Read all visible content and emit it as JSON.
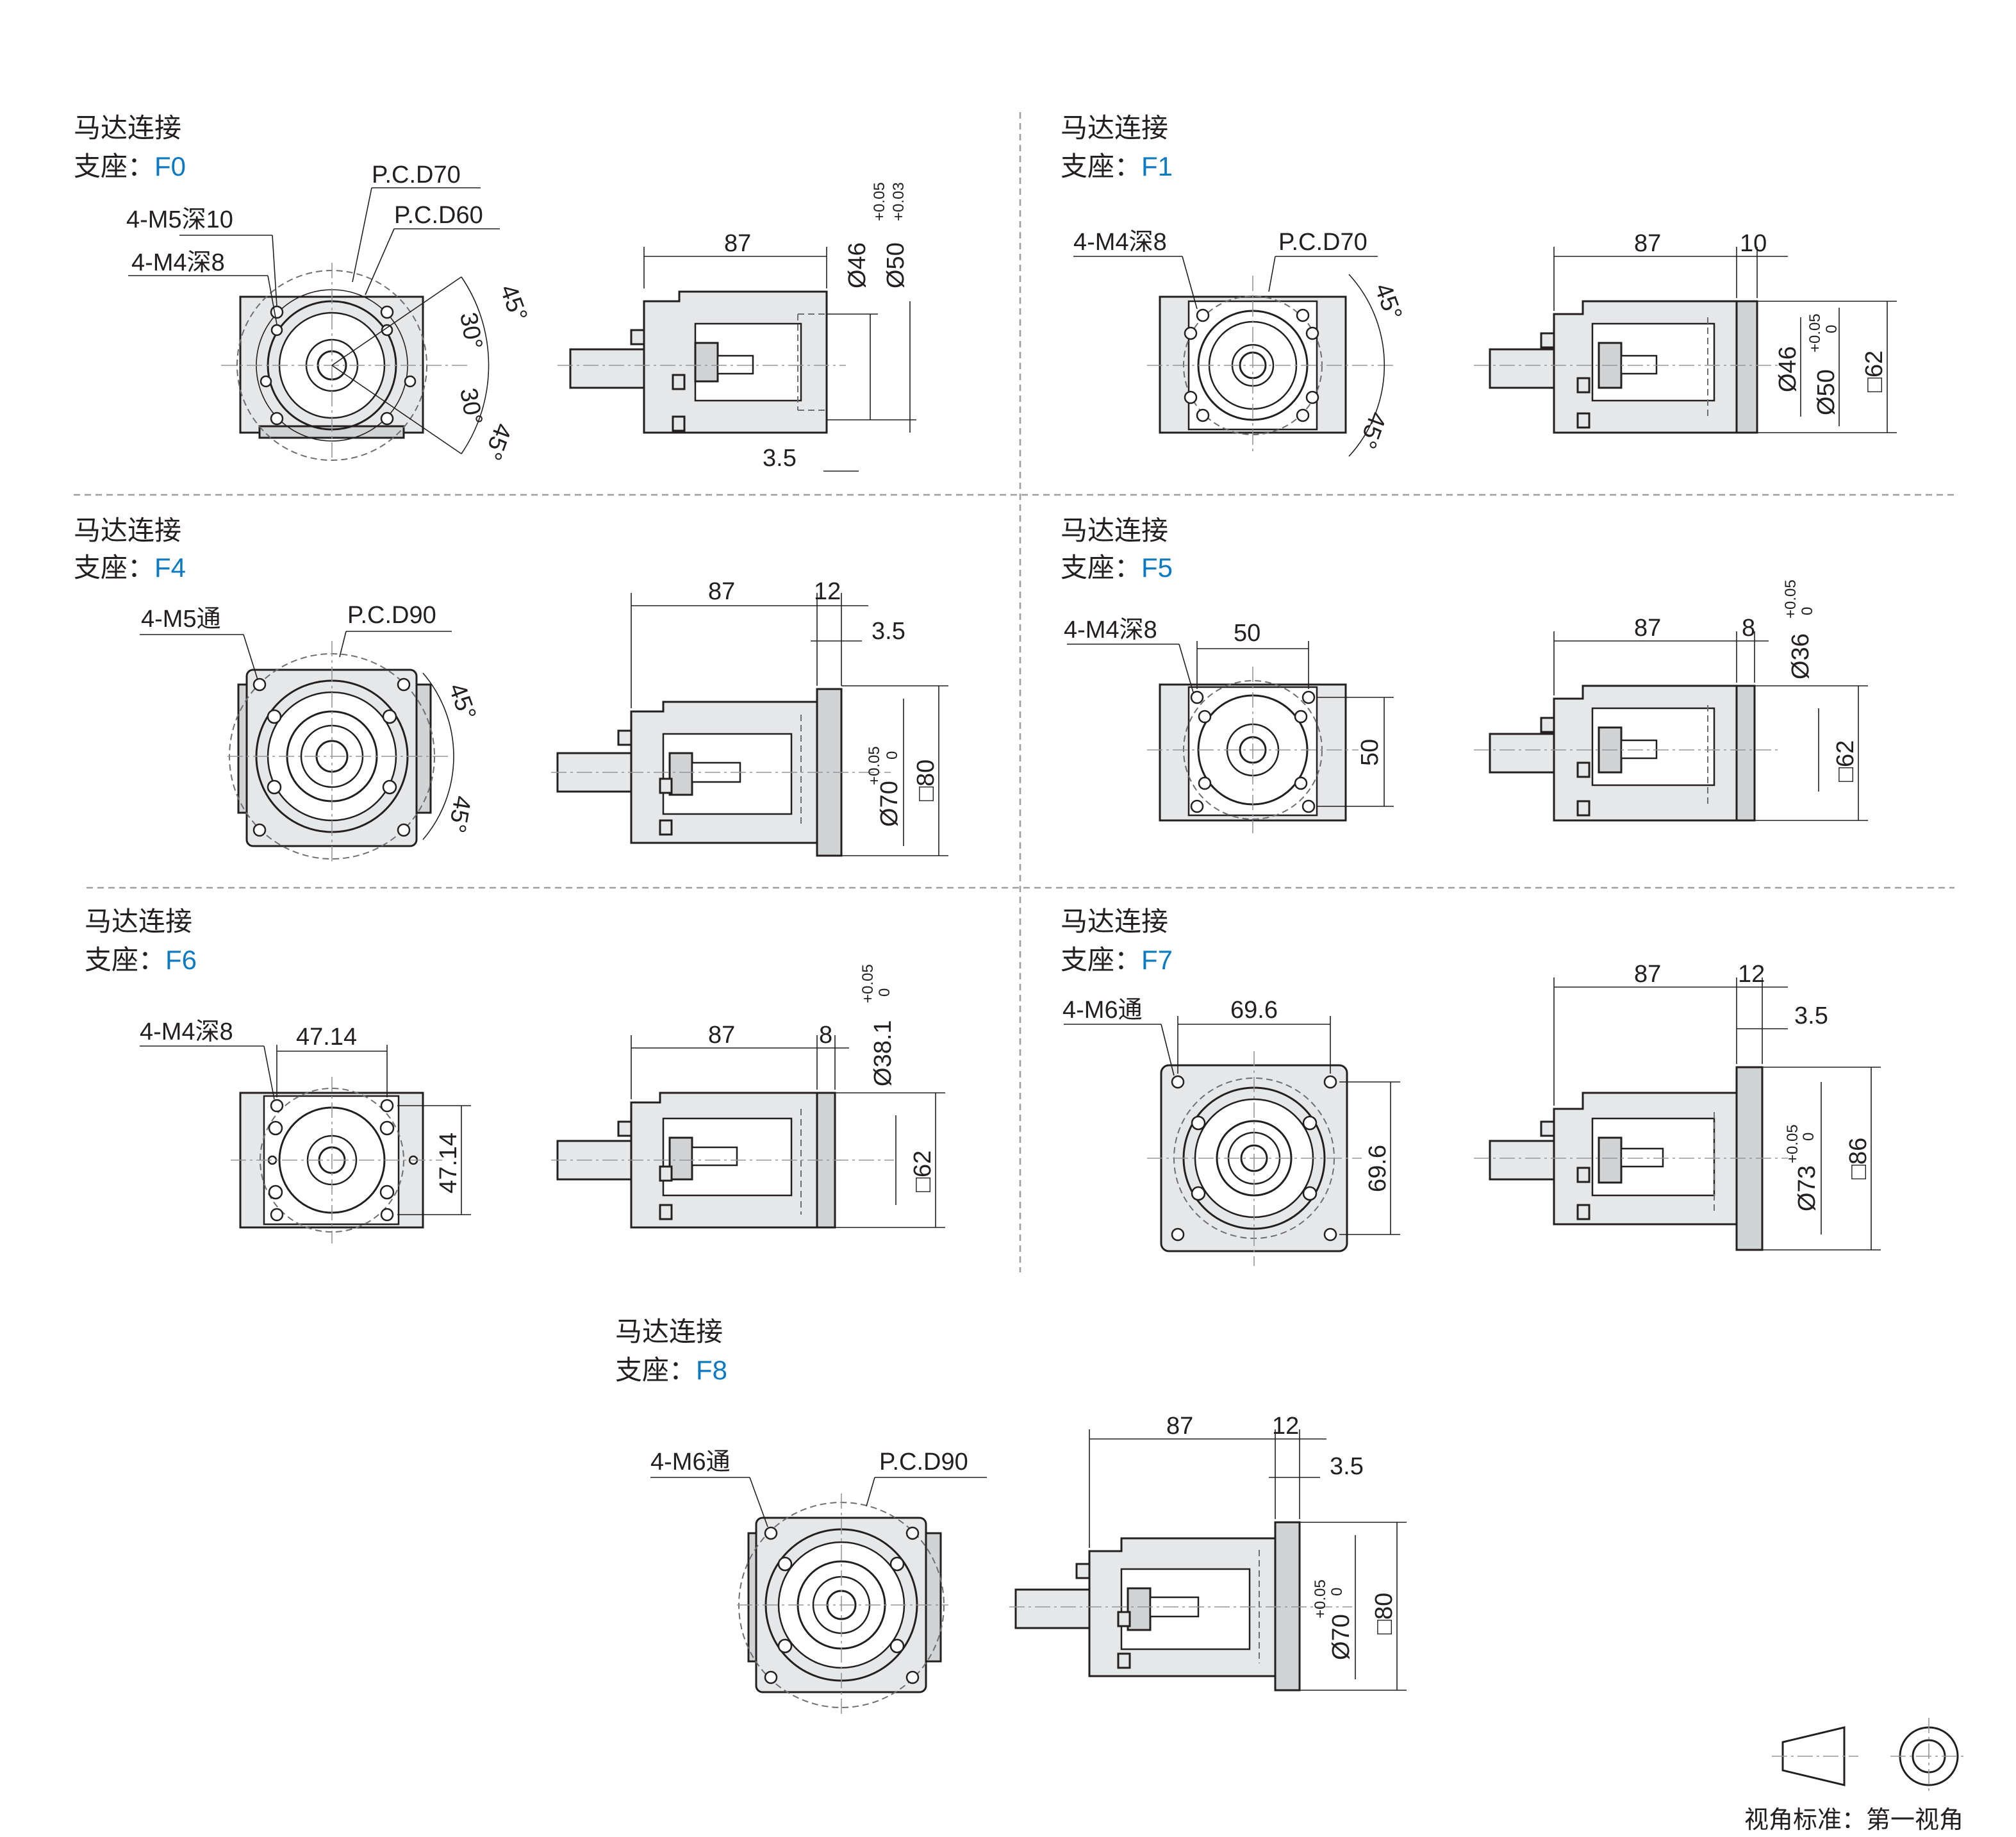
{
  "panels": [
    {
      "title": "马达连接",
      "seat_label": "支座：",
      "seat_code": "F0",
      "front_labels": [
        "P.C.D70",
        "P.C.D60",
        "4-M5深10",
        "4-M4深8",
        "45°",
        "30°",
        "30°",
        "45°"
      ],
      "side_dims": [
        "87",
        "Ø46",
        "Ø50",
        "+0.05",
        "+0.03",
        "3.5"
      ]
    },
    {
      "title": "马达连接",
      "seat_label": "支座：",
      "seat_code": "F1",
      "front_labels": [
        "4-M4深8",
        "P.C.D70",
        "45°",
        "45°"
      ],
      "side_dims": [
        "87",
        "10",
        "Ø46",
        "Ø50",
        "+0.05",
        "0",
        "□62"
      ]
    },
    {
      "title": "马达连接",
      "seat_label": "支座：",
      "seat_code": "F4",
      "front_labels": [
        "4-M5通",
        "P.C.D90",
        "45°",
        "45°"
      ],
      "side_dims": [
        "87",
        "12",
        "3.5",
        "Ø70",
        "+0.05",
        "0",
        "□80"
      ]
    },
    {
      "title": "马达连接",
      "seat_label": "支座：",
      "seat_code": "F5",
      "front_labels": [
        "4-M4深8",
        "50",
        "50"
      ],
      "side_dims": [
        "87",
        "8",
        "Ø36",
        "+0.05",
        "0",
        "□62"
      ]
    },
    {
      "title": "马达连接",
      "seat_label": "支座：",
      "seat_code": "F6",
      "front_labels": [
        "4-M4深8",
        "47.14",
        "47.14"
      ],
      "side_dims": [
        "87",
        "8",
        "Ø38.1",
        "+0.05",
        "0",
        "□62"
      ]
    },
    {
      "title": "马达连接",
      "seat_label": "支座：",
      "seat_code": "F7",
      "front_labels": [
        "4-M6通",
        "69.6",
        "69.6"
      ],
      "side_dims": [
        "87",
        "12",
        "3.5",
        "Ø73",
        "+0.05",
        "0",
        "□86"
      ]
    },
    {
      "title": "马达连接",
      "seat_label": "支座：",
      "seat_code": "F8",
      "front_labels": [
        "4-M6通",
        "P.C.D90"
      ],
      "side_dims": [
        "87",
        "12",
        "3.5",
        "Ø70",
        "+0.05",
        "0",
        "□80"
      ]
    }
  ],
  "view_standard": {
    "label": "视角标准：",
    "value": "第一视角"
  },
  "colors": {
    "accent": "#0b7ac2",
    "line": "#231f20",
    "fill": "#e6e7e8"
  }
}
